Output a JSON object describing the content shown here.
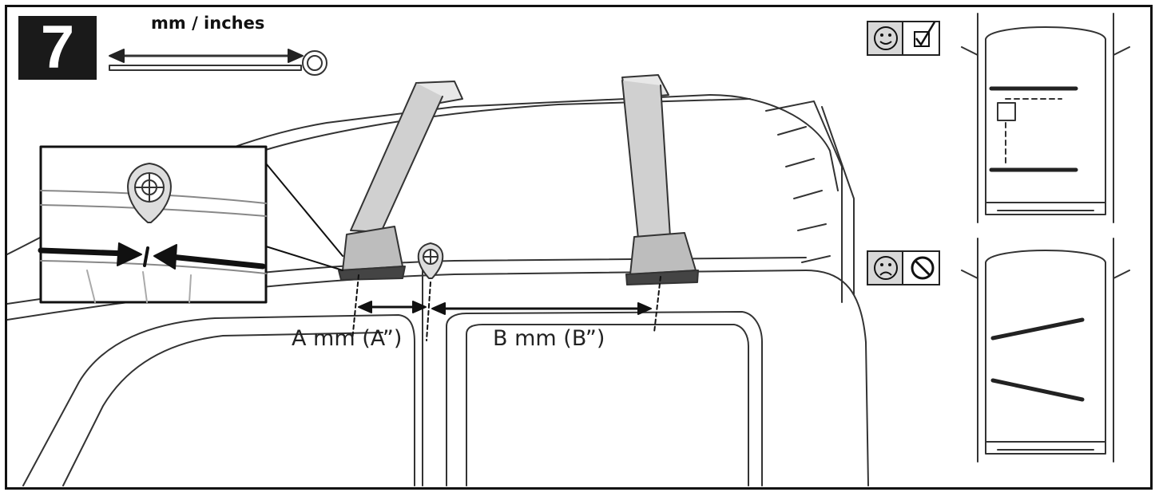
{
  "step": {
    "number": "7"
  },
  "measure": {
    "units_label": "mm / inches"
  },
  "dimensions": {
    "a_label": "A mm (A”)",
    "b_label": "B mm (B”)"
  },
  "symbols": {
    "correct": {
      "face": "smiley-happy-icon",
      "mark": "checkbox-checked-icon"
    },
    "incorrect": {
      "face": "smiley-sad-icon",
      "mark": "prohibited-icon"
    }
  },
  "colors": {
    "ink": "#1a1a1a",
    "symbol_bg": "#d8d8d8"
  }
}
